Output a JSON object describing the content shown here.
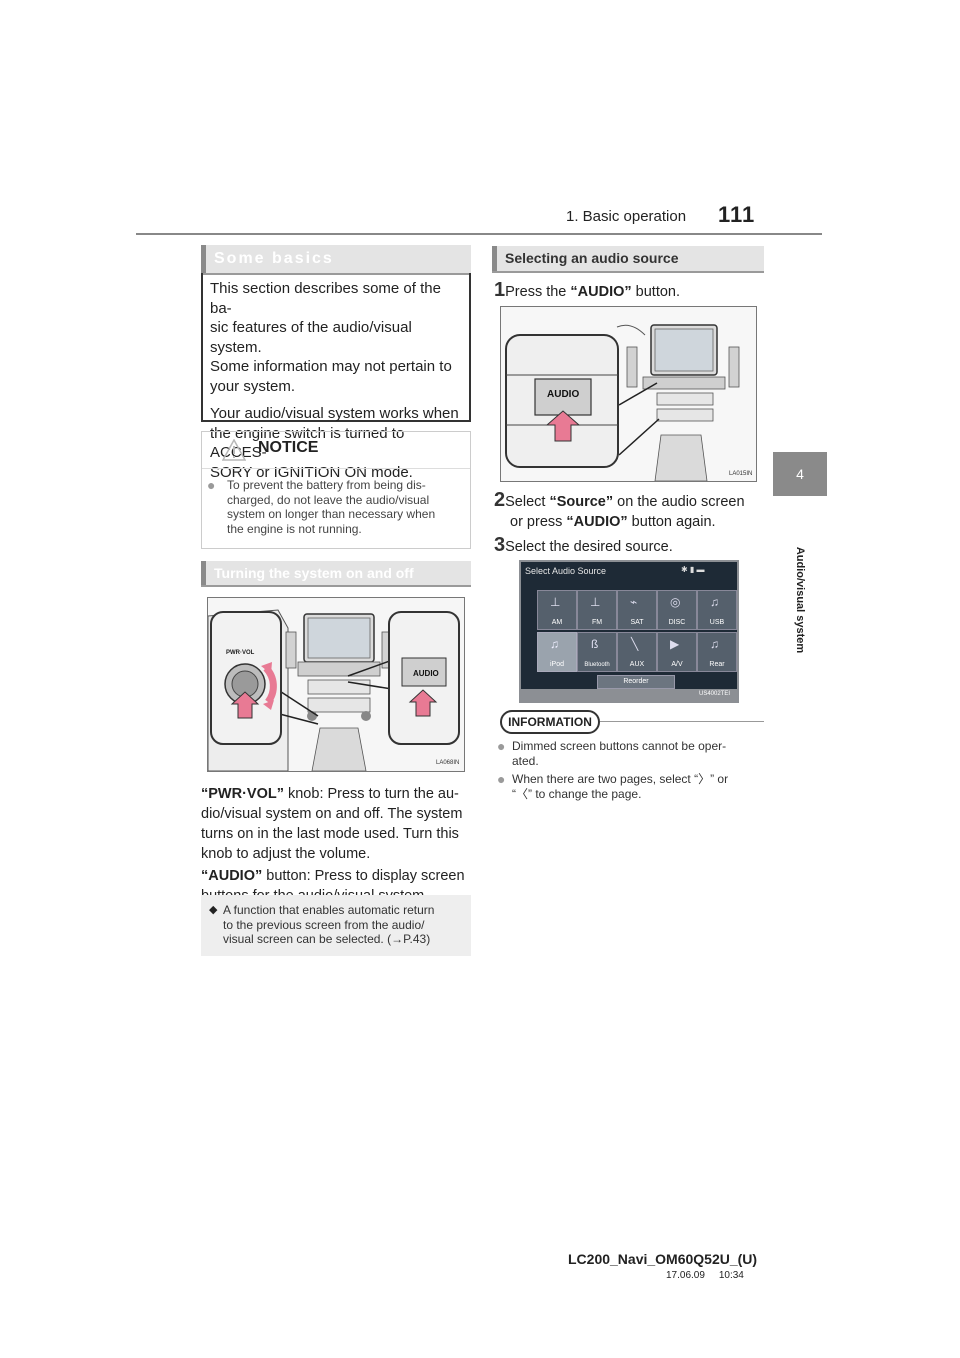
{
  "header": {
    "section_title": "1. Basic operation",
    "page_number": "111"
  },
  "side_tab": {
    "chapter_number": "4",
    "chapter_label": "Audio/visual system"
  },
  "left": {
    "some_basics": {
      "heading": "Some basics",
      "lines_p1": [
        "This section describes some of the ba-",
        "sic features of the audio/visual system.",
        "Some information may not pertain to",
        "your system."
      ],
      "lines_p2": [
        "Your audio/visual system works when",
        "the engine switch is turned to ACCES-",
        "SORY or IGNITION ON mode."
      ]
    },
    "notice": {
      "title": "NOTICE",
      "lines": [
        "To prevent the battery from being dis-",
        "charged, do not leave the audio/visual",
        "system on longer than necessary when",
        "the engine is not running."
      ]
    },
    "turning": {
      "heading": "Turning the system on and off",
      "figure_labels": {
        "knob": "PWR·VOL",
        "button": "AUDIO",
        "code": "LA068IN"
      },
      "pwr_bold": "“PWR·VOL”",
      "pwr_lines": [
        " knob: Press to turn the au-",
        "dio/visual system on and off. The system",
        "turns on in the last mode used. Turn this",
        "knob to adjust the volume."
      ],
      "audio_bold": "“AUDIO”",
      "audio_lines": [
        " button: Press to display screen",
        "buttons for the audio/visual system."
      ]
    },
    "tip": {
      "lines": [
        "A function that enables automatic return",
        "to the previous screen from the audio/",
        "visual screen can be selected. (→P.43)"
      ]
    }
  },
  "right": {
    "heading": "Selecting an audio source",
    "step1": {
      "num": "1",
      "pre": "Press the ",
      "bold": "“AUDIO”",
      "post": " button."
    },
    "fig1": {
      "button": "AUDIO",
      "code": "LA015IN"
    },
    "step2": {
      "num": "2",
      "pre": "Select ",
      "bold1": "“Source”",
      "mid": " on the audio screen",
      "pre2": "or press ",
      "bold2": "“AUDIO”",
      "post2": " button again."
    },
    "step3": {
      "num": "3",
      "text": "Select the desired source."
    },
    "screen": {
      "title": "Select Audio Source",
      "row1": [
        "AM",
        "FM",
        "SAT",
        "DISC",
        "USB"
      ],
      "row2": [
        "iPod",
        "Bluetooth",
        "AUX",
        "A/V",
        "Rear"
      ],
      "reorder": "Reorder",
      "code": "US4002TEI"
    },
    "information": {
      "label": "INFORMATION",
      "item1": [
        "Dimmed screen buttons cannot be oper-",
        "ated."
      ],
      "item2": [
        "When there are two pages, select “〉” or",
        "“〈” to change the page."
      ]
    }
  },
  "footer": {
    "model": "LC200_Navi_OM60Q52U_(U)",
    "date": "17.06.09     10:34"
  }
}
